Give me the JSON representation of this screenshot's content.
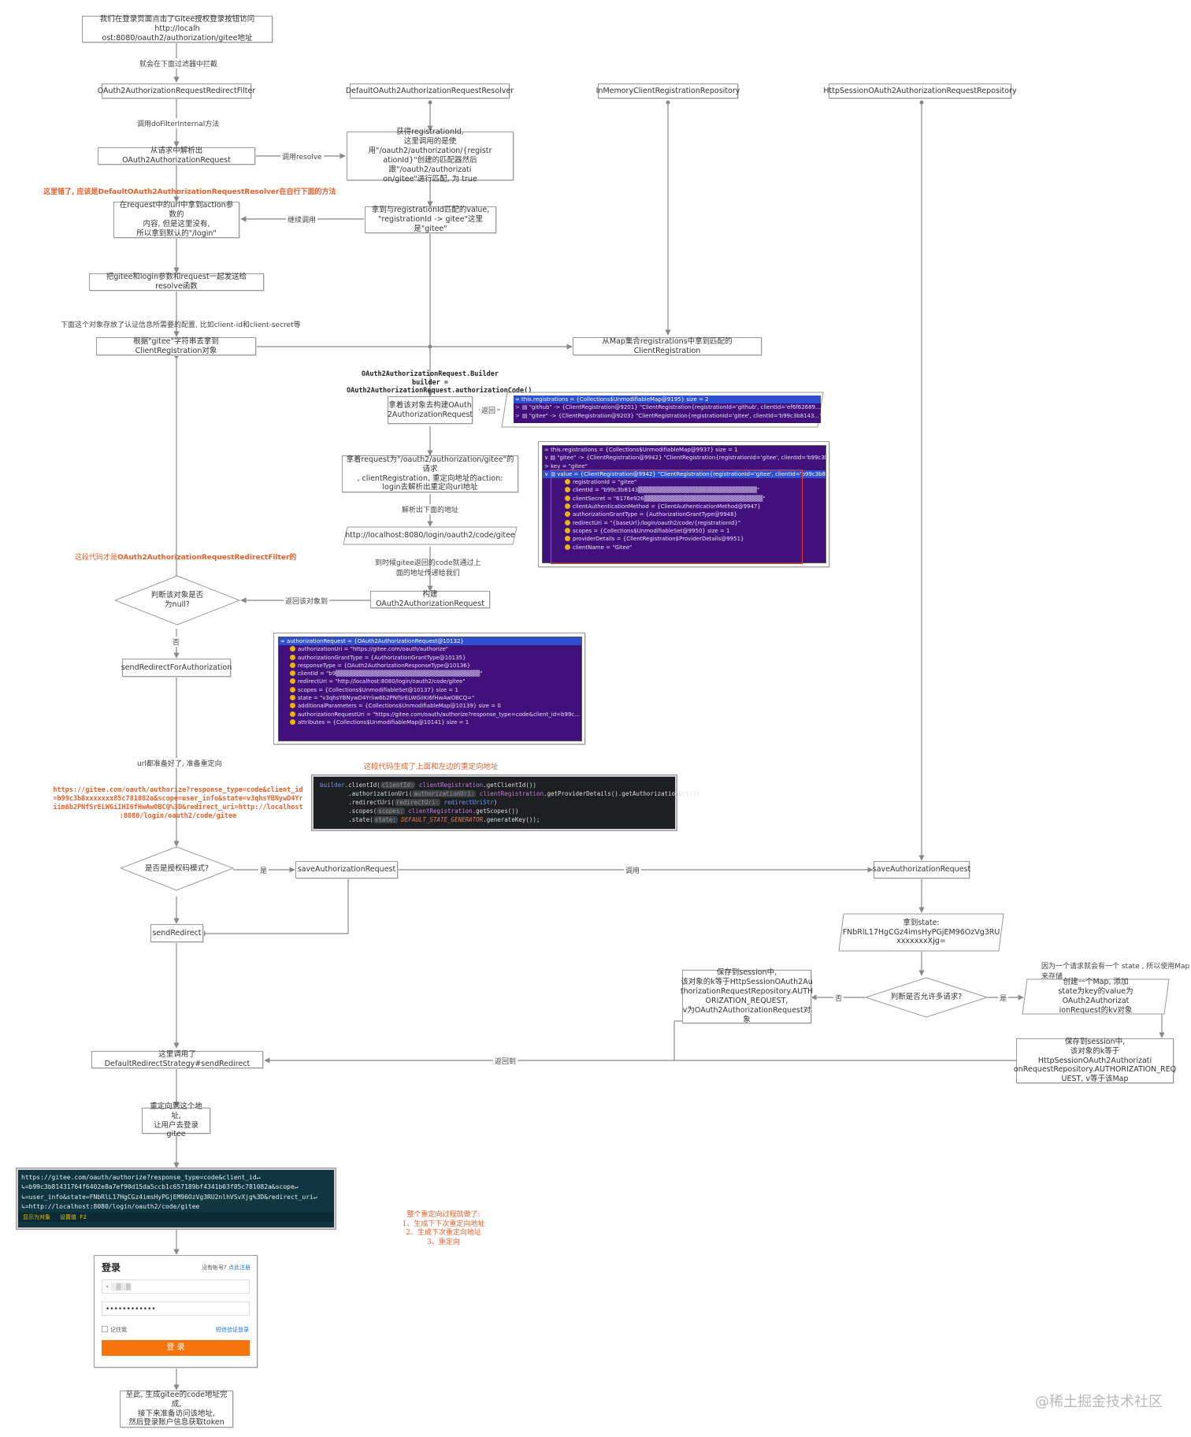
{
  "nodes": {
    "start": "我们在登录页面点击了Gitee授权登录按钮访问http://localh\nost:8080/oauth2/authorization/gitee地址",
    "filter": "OAuth2AuthorizationRequestRedirectFilter",
    "resolver": "DefaultOAuth2AuthorizationRequestResolver",
    "inmemory_repo": "InMemoryClientRegistrationRepository",
    "session_repo": "HttpSessionOAuth2AuthorizationRequestRepository",
    "parse_request": "从请求中解析出OAuth2AuthorizationRequest",
    "get_registration_id": "获得registrationId,\n这里调用的是使用\"/oauth2/authorization/{registr\nationId}\"创建的匹配器然后跟\"/oauth2/authorizati\non/gitee\"进行匹配, 为 true",
    "action_param": "在request中的url中拿到action参数的\n内容, 但是这里没有,\n所以拿到默认的\"/login\"",
    "got_value": "拿到与registrationId匹配的value,\n\"registrationId -> gitee\"这里是\"gitee\"",
    "send_to_resolve": "把gitee和login参数和request一起发送给resolve函数",
    "get_client_reg": "根据\"gitee\"字符串去拿到ClientRegistration对象",
    "map_get": "从Map集合registrations中拿到匹配的ClientRegistration",
    "build_with_object": "拿着该对象去构建OAuth\n2AuthorizationRequest",
    "take_request": "拿着request为\"/oauth2/authorization/gitee\"的请求\n, clientRegistration, 重定向地址的action:\nlogin去解析出重定向url地址",
    "redirect_url": "http://localhost:8080/login/oauth2/code/gitee",
    "build_req": "构建OAuth2AuthorizationRequest",
    "is_null": "判断该对象是否\n为null?",
    "send_redirect_for_auth": "sendRedirectForAuthorization",
    "is_auth_code": "是否是授权码模式?",
    "save_auth_req_left": "saveAuthorizationRequest",
    "save_auth_req_right": "saveAuthorizationRequest",
    "send_redirect": "sendRedirect",
    "got_state": "拿到state:\nFNbRlL17HgCGz4imsHyPGjEM96OzVg3RU\nxxxxxxxXjg=",
    "allow_many": "判断是否允许多请求?",
    "save_session_left": "保存到session中,\n该对象的k等于HttpSessionOAuth2Au\nthorizationRequestRepository.AUTH\nORIZATION_REQUEST,\nv为OAuth2AuthorizationRequest对象",
    "create_map": "创建一个Map, 添加\nstate为key的value为OAuth2Authorizat\nionRequest的kv对象",
    "save_session_right": "保存到session中,\n该对象的k等于HttpSessionOAuth2Authorizati\nonRequestRepository.AUTHORIZATION_REQ\nUEST, v等于该Map",
    "default_strategy": "这里调用了DefaultRedirectStrategy#sendRedirect",
    "redirect_login": "重定向到这个地址,\n让用户去登录gitee",
    "final": "至此, 生成gitee的code地址完成,\n接下来准备访问该地址,\n然后登录账户信息获取token"
  },
  "edge_labels": {
    "intercepted": "就会在下面过滤器中拦截",
    "call_filter": "调用doFilterInternal方法",
    "call_resolve": "调用resolve",
    "continue_call": "继续调用",
    "return": "返回",
    "parse_addr": "解析出下面的地址",
    "code_pass": "到时候gitee返回的code就通过上\n面的地址传递给我们",
    "return_obj": "返回该对象到",
    "no": "否",
    "url_ready": "url都准备好了, 准备重定向",
    "yes": "是",
    "call": "调用",
    "no2": "否",
    "yes2": "是",
    "return_to": "返回到"
  },
  "notes": {
    "client_config": "下面这个对象存放了认证信息所需要的配置, 比如client-id和client-secret等",
    "map_reason": "因为一个请求就会有一个 state , 所以使用Map来存储",
    "builder_code": "OAuth2AuthorizationRequest.Builder builder =\nOAuth2AuthorizationRequest.authorizationCode()"
  },
  "red_notes": {
    "wrong": "这里错了, 应该是DefaultOAuth2AuthorizationRequestResolver在自行下面的方法",
    "this_code": "这段代码才是OAuth2AuthorizationRequestRedirectFilter的",
    "generated": "这段代码生成了上面和左边的重定向地址",
    "summary": "整个重定向过程就做了:\n1、生成下下次重定向地址\n2、生成下次重定向地址\n3、重定向",
    "url_full": "https://gitee.com/oauth/authorize?response_type=code&client_id\n=b99c3b8xxxxxxx85c781082a&scope=user_info&state=v3qhsYBNywD4Yr\niim6b2PNfSrELWGiIHI6fHwAwOBCQ%3D&redirect_uri=http://localhost\n:8080/login/oauth2/code/gitee"
  },
  "debug_registrations": {
    "rows": [
      {
        "sel": true,
        "arrow": "",
        "text": "∞ this.registrations = {Collections$UnmodifiableMap@9195}  size = 2"
      },
      {
        "sel": false,
        "arrow": ">",
        "text": "▤ \"github\" -> {ClientRegistration@9201} \"ClientRegistration{registrationId='github', clientId='ef6f62689...\""
      },
      {
        "sel": false,
        "arrow": ">",
        "text": "▤ \"gitee\" -> {ClientRegistration@9203} \"ClientRegistration{registrationId='gitee', clientId='b99c3b8143...\""
      }
    ]
  },
  "debug_client": {
    "rows": [
      {
        "sel": false,
        "f": false,
        "text": "∞ this.registrations = {Collections$UnmodifiableMap@9937}  size = 1"
      },
      {
        "sel": false,
        "f": false,
        "text": "∨ ▤ \"gitee\" -> {ClientRegistration@9942} \"ClientRegistration{registrationId='gitee', clientId='b99c3b8143"
      },
      {
        "sel": false,
        "f": false,
        "text": "    > key = \"gitee\""
      },
      {
        "sel": true,
        "f": false,
        "text": "  ∨ ▤ value = {ClientRegistration@9942} \"ClientRegistration{registrationId='gitee', clientId='b99c3b8143"
      },
      {
        "sel": false,
        "f": true,
        "text": "registrationId = \"gitee\""
      },
      {
        "sel": false,
        "f": true,
        "text": "clientId = \"b99c3b8143▒▒▒▒▒▒▒▒▒▒▒▒▒▒▒▒▒▒▒▒▒▒▒▒▒▒▒▒\""
      },
      {
        "sel": false,
        "f": true,
        "text": "clientSecret = \"6176e926▒▒▒▒▒▒▒▒▒▒▒▒▒▒▒▒▒▒▒▒▒▒▒▒▒▒▒▒\""
      },
      {
        "sel": false,
        "f": true,
        "text": "clientAuthenticationMethod = {ClientAuthenticationMethod@9947}"
      },
      {
        "sel": false,
        "f": true,
        "text": "authorizationGrantType = {AuthorizationGrantType@9948}"
      },
      {
        "sel": false,
        "f": true,
        "text": "redirectUri = \"{baseUrl}/login/oauth2/code/{registrationId}\""
      },
      {
        "sel": false,
        "f": true,
        "text": "scopes = {Collections$UnmodifiableSet@9950}  size = 1"
      },
      {
        "sel": false,
        "f": true,
        "text": "providerDetails = {ClientRegistration$ProviderDetails@9951}"
      },
      {
        "sel": false,
        "f": true,
        "text": "clientName = \"Gitee\""
      }
    ]
  },
  "debug_authreq": {
    "rows": [
      {
        "sel": true,
        "f": false,
        "text": "∞ authorizationRequest = {OAuth2AuthorizationRequest@10132}"
      },
      {
        "sel": false,
        "f": true,
        "text": "authorizationUri = \"https://gitee.com/oauth/authorize\""
      },
      {
        "sel": false,
        "f": true,
        "text": "authorizationGrantType = {AuthorizationGrantType@10135}"
      },
      {
        "sel": false,
        "f": true,
        "text": "responseType = {OAuth2AuthorizationResponseType@10136}"
      },
      {
        "sel": false,
        "f": true,
        "text": "clientId = \"b9▒▒▒▒▒▒▒▒▒▒▒▒▒▒▒▒▒▒▒▒▒▒▒▒▒▒▒▒▒▒▒▒▒▒\""
      },
      {
        "sel": false,
        "f": true,
        "text": "redirectUri = \"http://localhost:8080/login/oauth2/code/gitee\""
      },
      {
        "sel": false,
        "f": true,
        "text": "scopes = {Collections$UnmodifiableSet@10137}  size = 1"
      },
      {
        "sel": false,
        "f": true,
        "text": "state = \"v3qhsYBNywD4Yriiw6b2PNfSrELWGiIKI6fHwAwOBCQ=\""
      },
      {
        "sel": false,
        "f": true,
        "text": "additionalParameters = {Collections$UnmodifiableMap@10139}  size = 0"
      },
      {
        "sel": false,
        "f": true,
        "text": "authorizationRequestUri = \"https://gitee.com/oauth/authorize?response_type=code&client_id=b99c..."
      },
      {
        "sel": false,
        "f": true,
        "text": "attributes = {Collections$UnmodifiableMap@10141}  size = 1"
      }
    ]
  },
  "code_snippet": {
    "l1a": "builder",
    "l1b": ".clientId(",
    "l1hint": "clientId:",
    "l1c": "clientRegistration",
    "l1d": ".getClientId())",
    "l2a": ".authorizationUri(",
    "l2hint": "authorizationUri:",
    "l2c": "clientRegistration",
    "l2d": ".getProviderDetails().getAuthorizationUri())",
    "l3a": ".redirectUri(",
    "l3hint": "redirectUri:",
    "l3c": "redirectUriStr",
    "l3d": ")",
    "l4a": ".scopes(",
    "l4hint": "scopes:",
    "l4c": "clientRegistration",
    "l4d": ".getScopes())",
    "l5a": ".state(",
    "l5hint": "state:",
    "l5c": "DEFAULT_STATE_GENERATOR",
    "l5d": ".generateKey());"
  },
  "url_screenshot": {
    "lines": [
      "https://gitee.com/oauth/authorize?response_type=code&client_id↵",
      "↳=b99c3b81431764f6402e8a7ef90d15da5ccb1c657189bf4341b03f85c781082a&scope↵",
      "↳=user_info&state=FNbRlL17HgCGz4imsHyPGjEM96OzVg3RU2nlhVSvXjg%3D&redirect_uri↵",
      "↳=http://localhost:8080/login/oauth2/code/gitee"
    ],
    "footer_a": "显示为对象",
    "footer_b": "设置值  F2"
  },
  "login_form": {
    "title": "登录",
    "no_account": "没有帐号?",
    "register": "点此注册",
    "username": "• ░▒░▒",
    "password": "••••••••••••",
    "remember": "记住我",
    "sms": "短信验证登录",
    "submit": "登 录"
  },
  "watermark": "@稀土掘金技术社区",
  "colors": {
    "accent": "#e8612c",
    "debug_bg": "#42107a",
    "debug_sel": "#2d4fd0",
    "login_button": "#f6740d",
    "line": "#888888"
  }
}
